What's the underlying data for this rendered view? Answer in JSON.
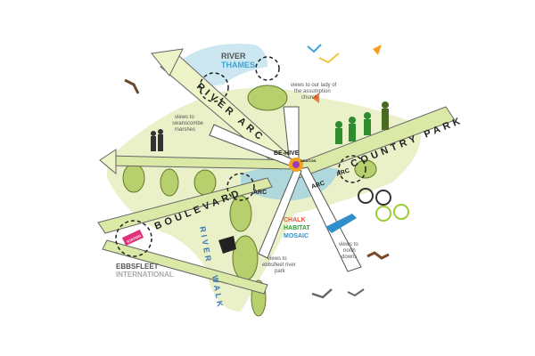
{
  "labels": {
    "river_thames_1": "RIVER",
    "river_thames_2": "THAMES",
    "views_church_1": "views to our lady of",
    "views_church_2": "the assumption",
    "views_church_3": "church",
    "views_marsh_1": "views to",
    "views_marsh_2": "swanscombe",
    "views_marsh_3": "marshes",
    "river_arc": "RIVER ARC",
    "behive": "BE-HIVE",
    "beacon": "BEACON",
    "arc_1": "ARC",
    "arc_2": "ARC",
    "arc_3": "ARC",
    "country_park": "COUNTRY PARK",
    "boulevard": "BOULEVARD",
    "river_walk_1": "RIVER",
    "river_walk_2": "WALK",
    "ebbsfleet_1": "EBBSFLEET",
    "ebbsfleet_2": "INTERNATIONAL",
    "station": "STATION",
    "chalk": "CHALK",
    "habitat": "HABITAT",
    "mosaic": "MOSAIC",
    "views_river_park_1": "views to",
    "views_river_park_2": "ebbsfleet river",
    "views_river_park_3": "park",
    "views_downs_1": "views to",
    "views_downs_2": "north",
    "views_downs_3": "downs"
  },
  "colors": {
    "thames": "#3ea6d6",
    "green_dark": "#2e8b2e",
    "green_light": "#dbe9a6",
    "arc_yellow": "#f2d43a",
    "chalk": "#e8553a",
    "habitat": "#2f9a3a",
    "mosaic": "#2f8fc8",
    "station": "#e0307a"
  }
}
